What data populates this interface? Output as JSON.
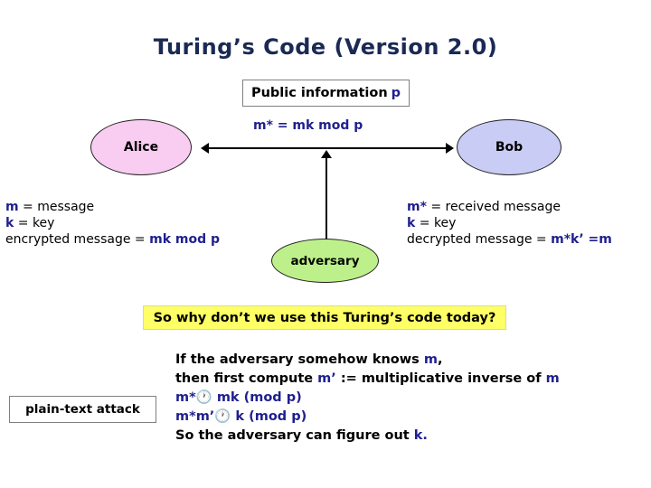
{
  "slide": {
    "title": "Turing’s Code (Version 2.0)",
    "background_color": "#ffffff",
    "title_color": "#1a2a55",
    "accent_blue": "#1f1f8f",
    "highlight_yellow": "#ffff66"
  },
  "public_info_box": {
    "label": "Public information",
    "symbol": "p",
    "border_color": "#808080"
  },
  "parties": {
    "alice": {
      "label": "Alice",
      "fill_color": "#f9ccf1"
    },
    "bob": {
      "label": "Bob",
      "fill_color": "#c9cdf5"
    },
    "adversary": {
      "label": "adversary",
      "fill_color": "#bdf08a"
    }
  },
  "channel": {
    "arrow_label": "m* = mk mod p",
    "arrow_label_color": "#1f1f8f"
  },
  "alice_info": {
    "line1_sym": "m",
    "line1_text": " = message",
    "line2_sym": "k",
    "line2_text": " = key",
    "line3_text": "encrypted message = ",
    "line3_sym": "mk mod p"
  },
  "bob_info": {
    "line1_sym": "m*",
    "line1_text": " = received message",
    "line2_sym": "k",
    "line2_text": " = key",
    "line3_text": "decrypted message = ",
    "line3_sym": "m*k’ =m"
  },
  "question_box": {
    "text": "So why don’t we use this Turing’s code today?"
  },
  "attack_box": {
    "label": "plain-text attack"
  },
  "explanation": {
    "line1_a": "If the adversary somehow knows ",
    "line1_b": "m",
    "line1_c": ",",
    "line2_a": "then first compute ",
    "line2_b": "m’",
    "line2_c": " := multiplicative inverse of ",
    "line2_d": "m",
    "line3_a": "m*",
    "line3_glyph": "🕐",
    "line3_b": " mk  (mod p)",
    "line4_a": "m*m’",
    "line4_glyph": "🕐",
    "line4_b": " k   (mod p)",
    "line5_a": "So the adversary can figure out ",
    "line5_b": "k."
  }
}
